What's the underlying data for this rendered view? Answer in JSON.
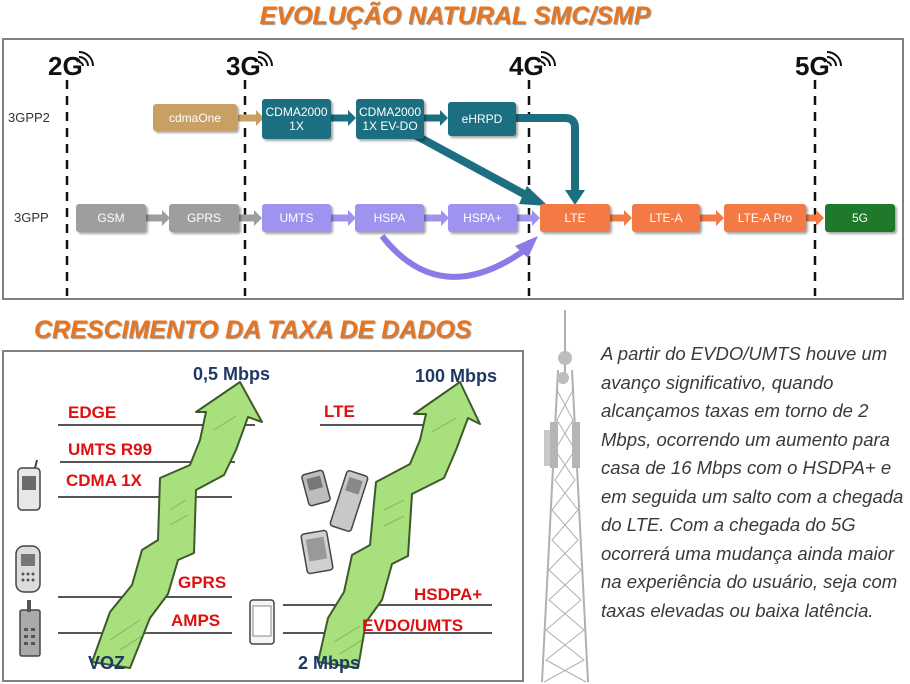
{
  "title_top": "EVOLUÇÃO NATURAL SMC/SMP",
  "title_bottom": "CRESCIMENTO DA TAXA DE DADOS",
  "generations": [
    "2G",
    "3G",
    "4G",
    "5G"
  ],
  "rows": {
    "row1": "3GPP2",
    "row2": "3GPP"
  },
  "nodes": {
    "cdmaone": "cdmaOne",
    "cdma2000_1x": "CDMA2000\n1X",
    "cdma2000_evdo": "CDMA2000\n1X EV-DO",
    "ehrpd": "eHRPD",
    "gsm": "GSM",
    "gprs": "GPRS",
    "umts": "UMTS",
    "hspa": "HSPA",
    "hspa_plus": "HSPA+",
    "lte": "LTE",
    "lte_a": "LTE-A",
    "lte_a_pro": "LTE-A Pro",
    "fiveg": "5G"
  },
  "colors": {
    "accent_title": "#e8741e",
    "teal": "#1b6f80",
    "tan": "#c9a063",
    "gray": "#9e9e9e",
    "purple": "#9f93f0",
    "orange": "#f47a45",
    "green": "#1e7a2a",
    "tech_red": "#e01010",
    "speed_navy": "#1f3864",
    "arrow_green": "#a8e07e"
  },
  "growth_left": {
    "top_speed": "0,5 Mbps",
    "bottom_label": "VOZ",
    "techs": [
      "EDGE",
      "UMTS R99",
      "CDMA 1X",
      "GPRS",
      "AMPS"
    ]
  },
  "growth_right": {
    "top_speed": "100 Mbps",
    "bottom_speed": "2 Mbps",
    "techs": [
      "LTE",
      "HSDPA+",
      "EVDO/UMTS"
    ]
  },
  "icons": [
    "flip-phone-icon",
    "candybar-phone-icon",
    "brick-phone-icon",
    "smartphone-icon",
    "pda-devices-icon",
    "cell-tower-icon"
  ],
  "paragraph": "A partir do EVDO/UMTS houve um avanço significativo, quando alcançamos taxas em torno de 2 Mbps, ocorrendo um aumento para casa de 16 Mbps com o HSDPA+ e em seguida um salto com a chegada do LTE. Com a chegada do 5G ocorrerá uma mudança ainda maior na experiência do usuário, seja com taxas elevadas ou baixa latência."
}
